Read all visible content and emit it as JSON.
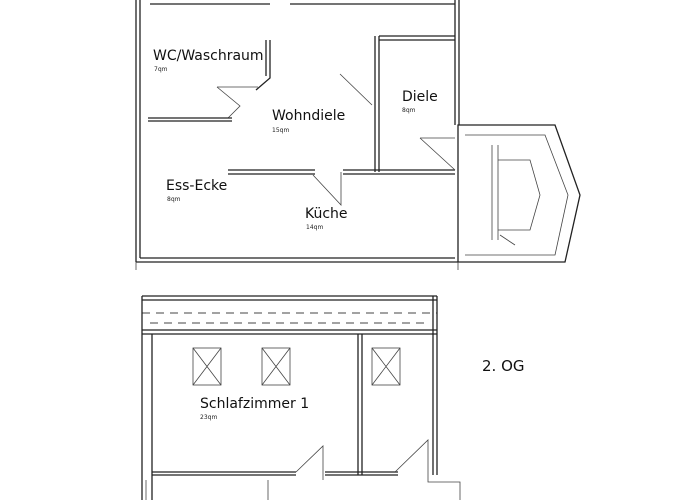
{
  "floor_label": "2. OG",
  "rooms_upper": [
    {
      "name": "WC/Waschraum",
      "area": "7qm"
    },
    {
      "name": "Wohndiele",
      "area": "15qm"
    },
    {
      "name": "Diele",
      "area": "8qm"
    },
    {
      "name": "Ess-Ecke",
      "area": "8qm"
    },
    {
      "name": "Küche",
      "area": "14qm"
    }
  ],
  "rooms_lower": [
    {
      "name": "Schlafzimmer 1",
      "area": "23qm"
    }
  ]
}
